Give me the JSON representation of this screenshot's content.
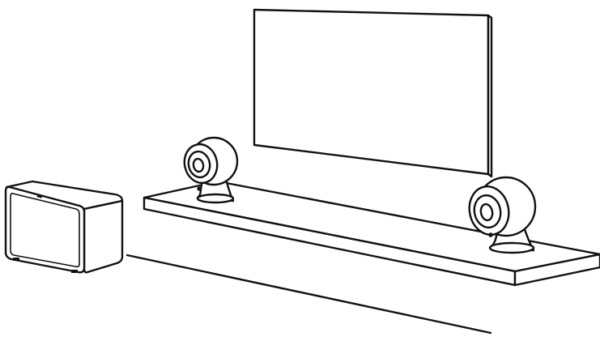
{
  "scene": {
    "line_color": "#111111",
    "background": "#ffffff",
    "objects": [
      "tv-screen",
      "tv-shelf",
      "satellite-speaker-left",
      "satellite-speaker-right",
      "subwoofer",
      "floor-line"
    ]
  }
}
